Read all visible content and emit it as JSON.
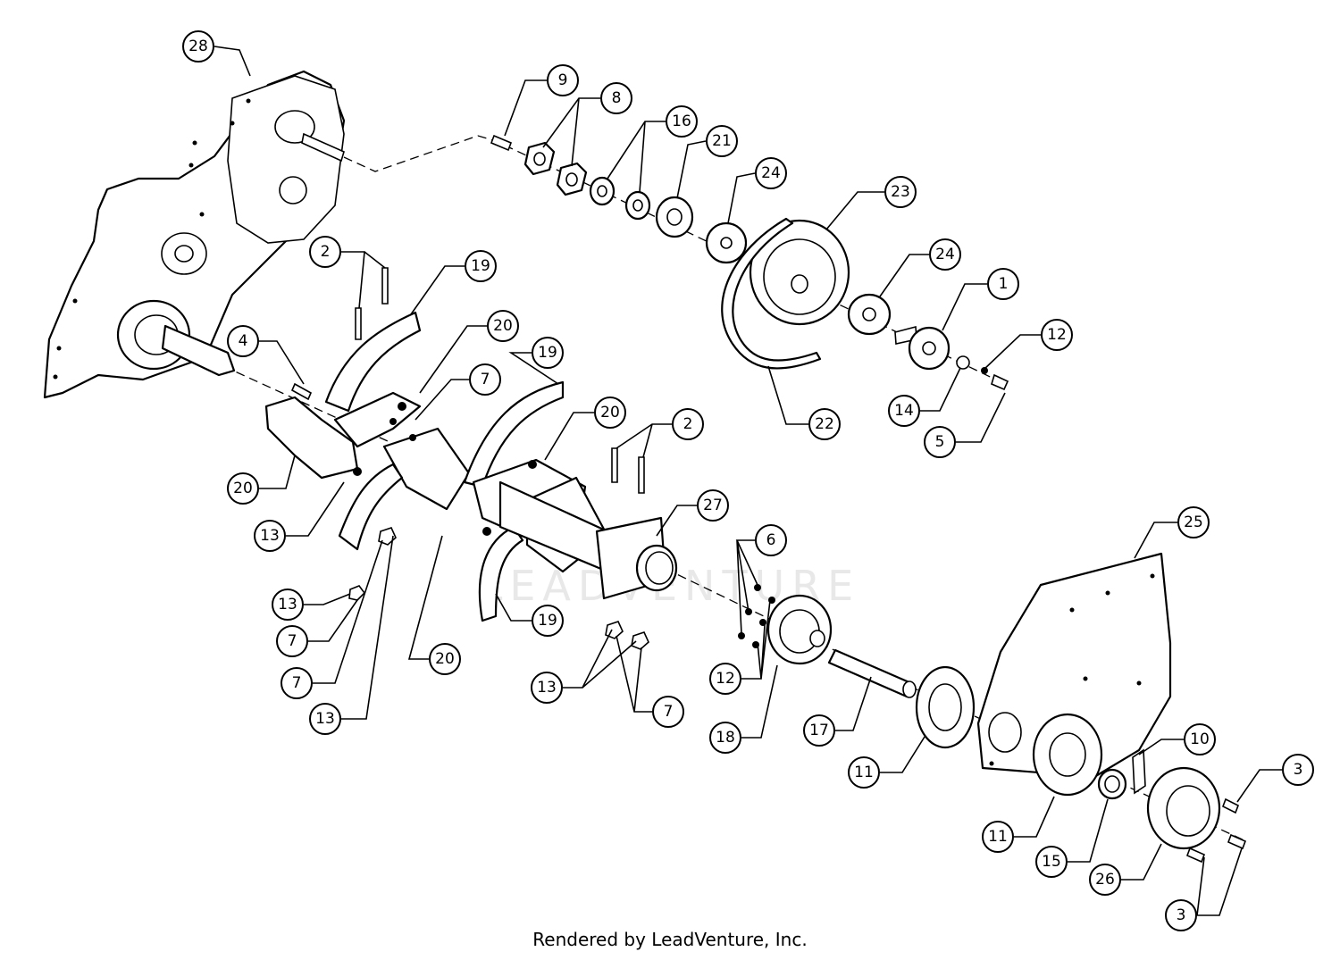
{
  "watermark": "LEADVENTURE",
  "credit": "Rendered by LeadVenture, Inc.",
  "callouts": [
    {
      "id": "c28",
      "label": "28"
    },
    {
      "id": "c9",
      "label": "9"
    },
    {
      "id": "c8",
      "label": "8"
    },
    {
      "id": "c16",
      "label": "16"
    },
    {
      "id": "c21",
      "label": "21"
    },
    {
      "id": "c24a",
      "label": "24"
    },
    {
      "id": "c23",
      "label": "23"
    },
    {
      "id": "c24b",
      "label": "24"
    },
    {
      "id": "c1",
      "label": "1"
    },
    {
      "id": "c12a",
      "label": "12"
    },
    {
      "id": "c14",
      "label": "14"
    },
    {
      "id": "c5",
      "label": "5"
    },
    {
      "id": "c22",
      "label": "22"
    },
    {
      "id": "c2a",
      "label": "2"
    },
    {
      "id": "c19a",
      "label": "19"
    },
    {
      "id": "c4",
      "label": "4"
    },
    {
      "id": "c20a",
      "label": "20"
    },
    {
      "id": "c7a",
      "label": "7"
    },
    {
      "id": "c19b",
      "label": "19"
    },
    {
      "id": "c20b",
      "label": "20"
    },
    {
      "id": "c2b",
      "label": "2"
    },
    {
      "id": "c27",
      "label": "27"
    },
    {
      "id": "c20c",
      "label": "20"
    },
    {
      "id": "c13a",
      "label": "13"
    },
    {
      "id": "c13b",
      "label": "13"
    },
    {
      "id": "c7b",
      "label": "7"
    },
    {
      "id": "c7c",
      "label": "7"
    },
    {
      "id": "c13c",
      "label": "13"
    },
    {
      "id": "c20d",
      "label": "20"
    },
    {
      "id": "c19c",
      "label": "19"
    },
    {
      "id": "c6",
      "label": "6"
    },
    {
      "id": "c12b",
      "label": "12"
    },
    {
      "id": "c13d",
      "label": "13"
    },
    {
      "id": "c7d",
      "label": "7"
    },
    {
      "id": "c18",
      "label": "18"
    },
    {
      "id": "c17",
      "label": "17"
    },
    {
      "id": "c25",
      "label": "25"
    },
    {
      "id": "c11a",
      "label": "11"
    },
    {
      "id": "c10",
      "label": "10"
    },
    {
      "id": "c3a",
      "label": "3"
    },
    {
      "id": "c11b",
      "label": "11"
    },
    {
      "id": "c15",
      "label": "15"
    },
    {
      "id": "c26",
      "label": "26"
    },
    {
      "id": "c3b",
      "label": "3"
    }
  ]
}
